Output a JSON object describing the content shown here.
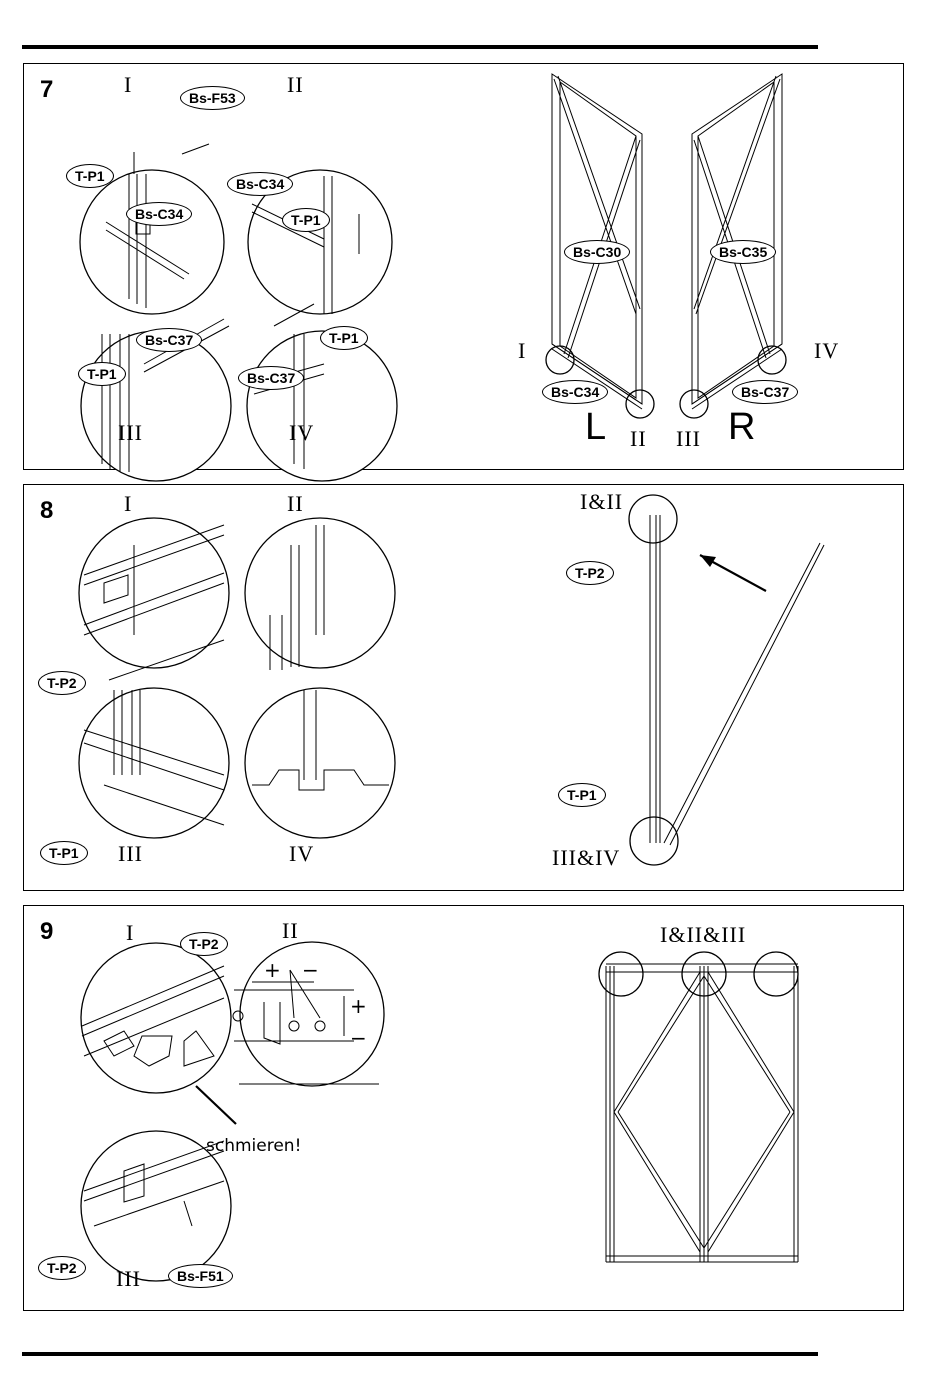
{
  "steps": [
    {
      "number": "7",
      "labels": {
        "I": "I",
        "II": "II",
        "III": "III",
        "IV": "IV",
        "right_I": "I",
        "right_II": "II",
        "right_III": "III",
        "right_IV": "IV",
        "L": "L",
        "R": "R"
      },
      "tags": {
        "bs_f53": "Bs-F53",
        "tp1_a": "T-P1",
        "bs_c34_a": "Bs-C34",
        "bs_c34_b": "Bs-C34",
        "tp1_b": "T-P1",
        "bs_c37_a": "Bs-C37",
        "tp1_c": "T-P1",
        "tp1_d": "T-P1",
        "bs_c37_b": "Bs-C37",
        "bs_c30": "Bs-C30",
        "bs_c35": "Bs-C35",
        "bs_c34_c": "Bs-C34",
        "bs_c37_c": "Bs-C37"
      }
    },
    {
      "number": "8",
      "labels": {
        "I": "I",
        "II": "II",
        "III": "III",
        "IV": "IV",
        "top": "I&II",
        "bottom": "III&IV"
      },
      "tags": {
        "tp2_a": "T-P2",
        "tp1_a": "T-P1",
        "tp2_b": "T-P2",
        "tp1_b": "T-P1"
      }
    },
    {
      "number": "9",
      "labels": {
        "I": "I",
        "II": "II",
        "III": "III",
        "top": "I&II&III"
      },
      "tags": {
        "tp2_a": "T-P2",
        "tp2_b": "T-P2",
        "bs_f51": "Bs-F51"
      },
      "note": "schmieren!",
      "adjust_symbols": {
        "plus_h": "+",
        "minus_h": "−",
        "plus_v": "+",
        "minus_v": "−"
      }
    }
  ]
}
